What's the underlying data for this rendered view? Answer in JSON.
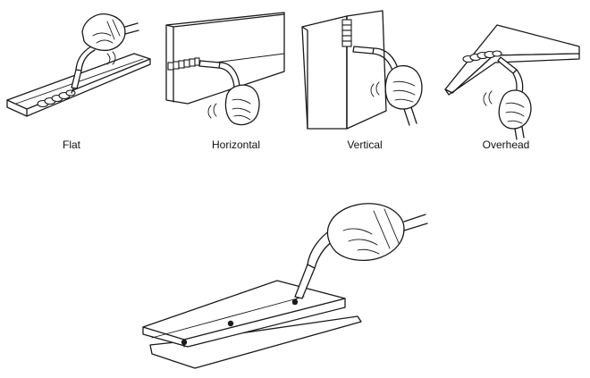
{
  "positions": [
    {
      "key": "flat",
      "label": "Flat"
    },
    {
      "key": "horizontal",
      "label": "Horizontal"
    },
    {
      "key": "vertical",
      "label": "Vertical"
    },
    {
      "key": "overhead",
      "label": "Overhead"
    }
  ],
  "colors": {
    "ink": "#1a1a1a",
    "paper": "#ffffff"
  },
  "icons": [
    "gloved-hand-icon",
    "welding-gun-icon",
    "weld-bead-icon",
    "tack-weld-icon"
  ]
}
